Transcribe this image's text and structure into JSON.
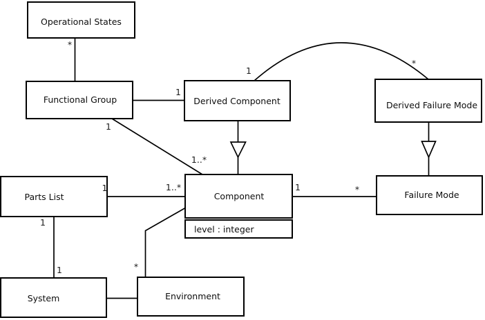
{
  "diagram": {
    "type": "uml-class-diagram",
    "colors": {
      "background": "#ffffff",
      "line": "#000000",
      "box_fill": "#ffffff",
      "text": "#0d0d0d"
    },
    "classes": {
      "operational_states": {
        "name": "Operational States"
      },
      "functional_group": {
        "name": "Functional Group"
      },
      "derived_component": {
        "name": "Derived Component"
      },
      "derived_failure_mode": {
        "name": "Derived Failure Mode"
      },
      "parts_list": {
        "name": "Parts List"
      },
      "component": {
        "name": "Component",
        "attribute": "level : integer"
      },
      "failure_mode": {
        "name": "Failure Mode"
      },
      "system": {
        "name": "System"
      },
      "environment": {
        "name": "Environment"
      }
    },
    "multiplicities": {
      "operational_states_functional_group": {
        "operational_states_end": "*"
      },
      "functional_group_derived_component": {
        "derived_component_end": "1"
      },
      "functional_group_component": {
        "functional_group_end": "1",
        "component_end": "1..*"
      },
      "derived_component_derived_failure_mode": {
        "derived_component_end": "1",
        "derived_failure_mode_end": "*"
      },
      "parts_list_component": {
        "parts_list_end": "1",
        "component_end": "1..*"
      },
      "component_failure_mode": {
        "component_end": "1",
        "failure_mode_end": "*"
      },
      "parts_list_system": {
        "parts_list_end": "1",
        "system_end": "1"
      },
      "environment_component": {
        "environment_end": "*"
      }
    }
  }
}
